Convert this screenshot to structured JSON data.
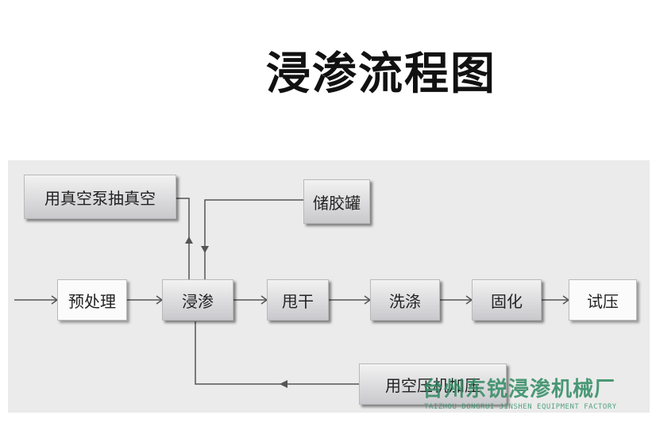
{
  "title": "浸渗流程图",
  "nodes": {
    "vacuum": "用真空泵抽真空",
    "storage": "储胶罐",
    "pretreat": "预处理",
    "impregnate": "浸渗",
    "spin_dry": "甩干",
    "wash": "洗涤",
    "cure": "固化",
    "pressure_test": "试压",
    "compressor": "用空压机加压"
  },
  "watermark": {
    "company": "台州东锐浸渗机械厂",
    "company_en": "TAIZHOU DONGRUI JINSHEN EQUIPMENT FACTORY"
  }
}
